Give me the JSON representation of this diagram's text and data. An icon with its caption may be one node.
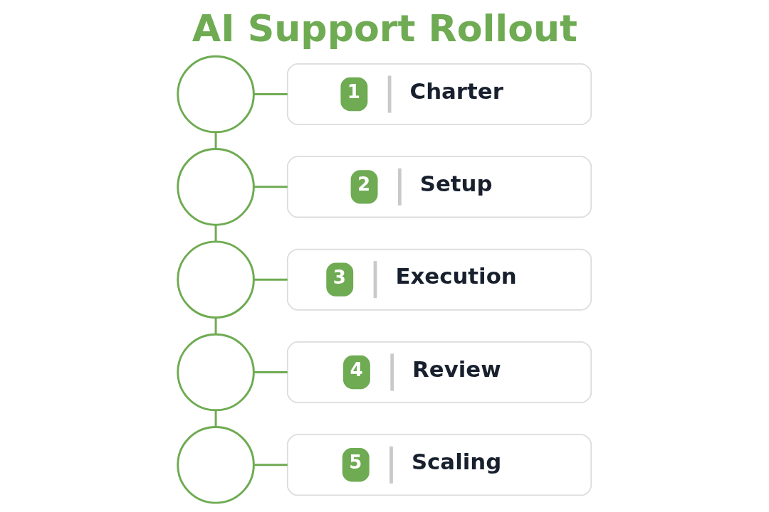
{
  "diagram": {
    "title": "AI Support Rollout",
    "nodes": [
      {
        "text": [],
        "shape": "circle"
      },
      {
        "text": [
          "1",
          "Charter"
        ]
      },
      {
        "text": [],
        "shape": "circle"
      },
      {
        "text": [
          "2",
          "Setup"
        ]
      },
      {
        "text": [],
        "shape": "circle"
      },
      {
        "text": [
          "3",
          "Execution"
        ]
      },
      {
        "text": [],
        "shape": "circle"
      },
      {
        "text": [
          "4",
          "Review"
        ]
      },
      {
        "text": [],
        "shape": "circle"
      },
      {
        "text": [
          "5",
          "Scaling"
        ]
      }
    ],
    "edges": [
      {
        "from": 0,
        "to": 1,
        "arrow": "none"
      },
      {
        "from": 0,
        "to": 2,
        "arrow": "none"
      },
      {
        "from": 2,
        "to": 3,
        "arrow": "none"
      },
      {
        "from": 2,
        "to": 4,
        "arrow": "none"
      },
      {
        "from": 4,
        "to": 5,
        "arrow": "none"
      },
      {
        "from": 4,
        "to": 6,
        "arrow": "none"
      },
      {
        "from": 6,
        "to": 7,
        "arrow": "none"
      },
      {
        "from": 6,
        "to": 8,
        "arrow": "none"
      },
      {
        "from": 8,
        "to": 9,
        "arrow": "none"
      }
    ]
  }
}
